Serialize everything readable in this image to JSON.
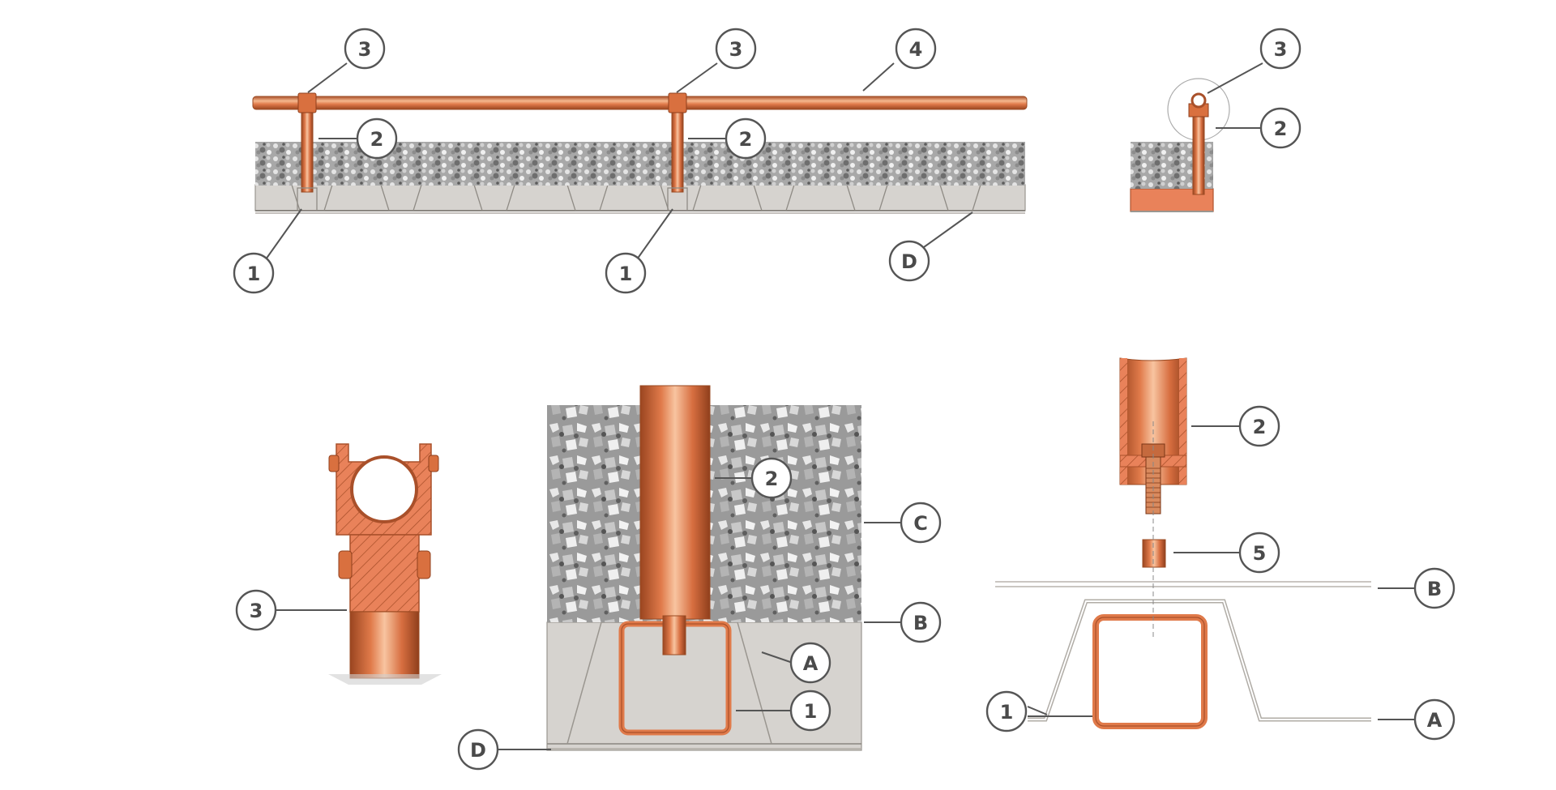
{
  "figure": {
    "callouts": {
      "one": "1",
      "two": "2",
      "three": "3",
      "four": "4",
      "five": "5",
      "a": "A",
      "b": "B",
      "c": "C",
      "d": "D"
    }
  },
  "colors": {
    "copper": "#e07a4a",
    "copper_dark": "#a9502a",
    "copper_light": "#f6b88f",
    "concrete": "#d6d3cf",
    "gravel": "#b8b8b8",
    "line": "#555555"
  }
}
